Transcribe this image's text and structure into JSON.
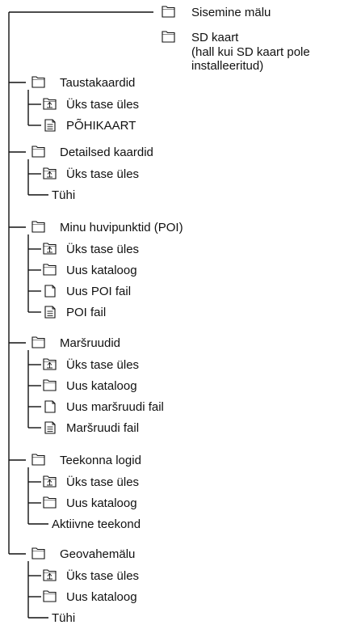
{
  "tree": {
    "root_items": [
      {
        "label": "Sisemine mälu",
        "icon": "folder-icon"
      },
      {
        "label": "SD kaart",
        "icon": "folder-icon",
        "note": [
          "(hall kui SD kaart pole",
          "installeeritud)"
        ]
      }
    ],
    "sections": [
      {
        "label": "Taustakaardid",
        "icon": "folder-icon",
        "children": [
          {
            "label": "Üks tase üles",
            "icon": "folder-up-icon"
          },
          {
            "label": "PÕHIKAART",
            "icon": "file-lines-icon"
          }
        ]
      },
      {
        "label": "Detailsed kaardid",
        "icon": "folder-icon",
        "children": [
          {
            "label": "Üks tase üles",
            "icon": "folder-up-icon"
          },
          {
            "label": "Tühi",
            "icon": "none"
          }
        ]
      },
      {
        "label": "Minu huvipunktid (POI)",
        "icon": "folder-icon",
        "children": [
          {
            "label": "Üks tase üles",
            "icon": "folder-up-icon"
          },
          {
            "label": "Uus kataloog",
            "icon": "folder-icon"
          },
          {
            "label": "Uus POI fail",
            "icon": "file-blank-icon"
          },
          {
            "label": "POI fail",
            "icon": "file-lines-icon"
          }
        ]
      },
      {
        "label": "Maršruudid",
        "icon": "folder-icon",
        "children": [
          {
            "label": "Üks tase üles",
            "icon": "folder-up-icon"
          },
          {
            "label": "Uus kataloog",
            "icon": "folder-icon"
          },
          {
            "label": "Uus maršruudi fail",
            "icon": "file-blank-icon"
          },
          {
            "label": "Maršruudi fail",
            "icon": "file-lines-icon"
          }
        ]
      },
      {
        "label": "Teekonna logid",
        "icon": "folder-icon",
        "children": [
          {
            "label": "Üks tase üles",
            "icon": "folder-up-icon"
          },
          {
            "label": "Uus kataloog",
            "icon": "folder-icon"
          },
          {
            "label": "Aktiivne teekond",
            "icon": "none"
          }
        ]
      },
      {
        "label": "Geovahemälu",
        "icon": "folder-icon",
        "children": [
          {
            "label": "Üks tase üles",
            "icon": "folder-up-icon"
          },
          {
            "label": "Uus kataloog",
            "icon": "folder-icon"
          },
          {
            "label": "Tühi",
            "icon": "none"
          }
        ]
      }
    ]
  }
}
